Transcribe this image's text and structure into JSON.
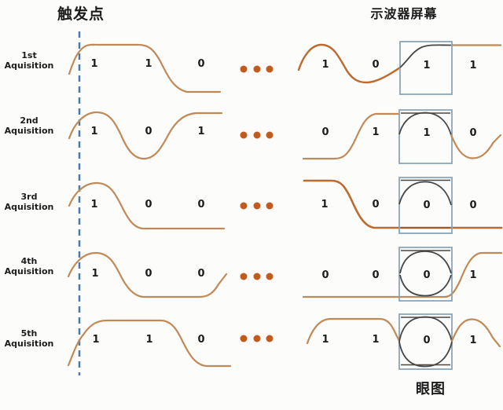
{
  "titles": {
    "trigger": "触发点",
    "screen": "示波器屏幕",
    "eye": "眼图"
  },
  "colors": {
    "waveform": "#c08a58",
    "waveform_dark": "#bd6a2e",
    "dots": "#c25a1d",
    "trigger_line": "#4a79a7",
    "box_border": "#8aa5ba",
    "trace": "#474747",
    "text": "#1c1c1c"
  },
  "rows": [
    {
      "ordinal": "1st",
      "label": "Aquisition",
      "left_bits": [
        "1",
        "1",
        "0"
      ],
      "right_bits": [
        "1",
        "0"
      ],
      "box_bit": "1",
      "after_bit": "1"
    },
    {
      "ordinal": "2nd",
      "label": "Aquisition",
      "left_bits": [
        "1",
        "0",
        "1"
      ],
      "right_bits": [
        "0",
        "1"
      ],
      "box_bit": "1",
      "after_bit": "0"
    },
    {
      "ordinal": "3rd",
      "label": "Aquisition",
      "left_bits": [
        "1",
        "0",
        "0"
      ],
      "right_bits": [
        "1",
        "0"
      ],
      "box_bit": "0",
      "after_bit": "0"
    },
    {
      "ordinal": "4th",
      "label": "Aquisition",
      "left_bits": [
        "1",
        "0",
        "0"
      ],
      "right_bits": [
        "0",
        "0"
      ],
      "box_bit": "0",
      "after_bit": "1"
    },
    {
      "ordinal": "5th",
      "label": "Aquisition",
      "left_bits": [
        "1",
        "1",
        "0"
      ],
      "right_bits": [
        "1",
        "1"
      ],
      "box_bit": "0",
      "after_bit": "1"
    }
  ]
}
